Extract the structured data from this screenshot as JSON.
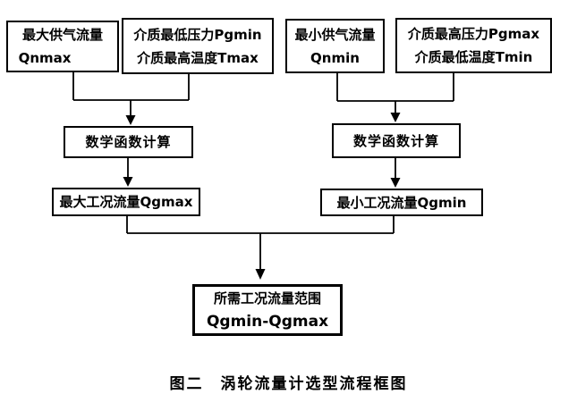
{
  "figure": {
    "caption": "图二　涡轮流量计选型流程框图",
    "background_color": "#ffffff",
    "line_color": "#000000",
    "text_color": "#000000",
    "diagram_type": "flowchart"
  },
  "nodes": {
    "qnmax": {
      "line1": "最大供气流量",
      "line2": "Qnmax"
    },
    "pgmin_tmax": {
      "line1": "介质最低压力Pgmin",
      "line2": "介质最高温度Tmax"
    },
    "qnmin": {
      "line1": "最小供气流量",
      "line2": "Qnmin"
    },
    "pgmax_tmin": {
      "line1": "介质最高压力Pgmax",
      "line2": "介质最低温度Tmin"
    },
    "calc_left": {
      "label": "数学函数计算"
    },
    "calc_right": {
      "label": "数学函数计算"
    },
    "qgmax": {
      "label": "最大工况流量Qgmax"
    },
    "qgmin": {
      "label": "最小工况流量Qgmin"
    },
    "result": {
      "line1": "所需工况流量范围",
      "line2": "Qgmin-Qgmax"
    }
  }
}
